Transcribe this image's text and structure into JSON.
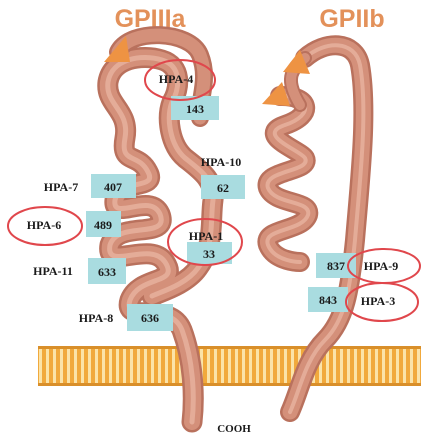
{
  "titles": {
    "left": "GPIIIa",
    "right": "GPIIb"
  },
  "colors": {
    "title": "#E3915A",
    "ribbon": "#D4907A",
    "ribbon_dark": "#B9715D",
    "arrow": "#EE9343",
    "box": "#A9DCE0",
    "circle": "#E0474C",
    "membrane": "#F4B24A",
    "membrane_dark": "#D98F2A"
  },
  "labels": {
    "hpa4": "HPA-4",
    "hpa10": "HPA-10",
    "hpa7": "HPA-7",
    "hpa6": "HPA-6",
    "hpa1": "HPA-1",
    "hpa11": "HPA-11",
    "hpa8": "HPA-8",
    "hpa9": "HPA-9",
    "hpa3": "HPA-3"
  },
  "residues": {
    "r143": "143",
    "r62": "62",
    "r407": "407",
    "r489": "489",
    "r33": "33",
    "r633": "633",
    "r636": "636",
    "r837": "837",
    "r843": "843"
  },
  "terminus": "COOH",
  "circled": [
    "HPA-4",
    "HPA-6",
    "HPA-1",
    "HPA-9",
    "HPA-3"
  ]
}
